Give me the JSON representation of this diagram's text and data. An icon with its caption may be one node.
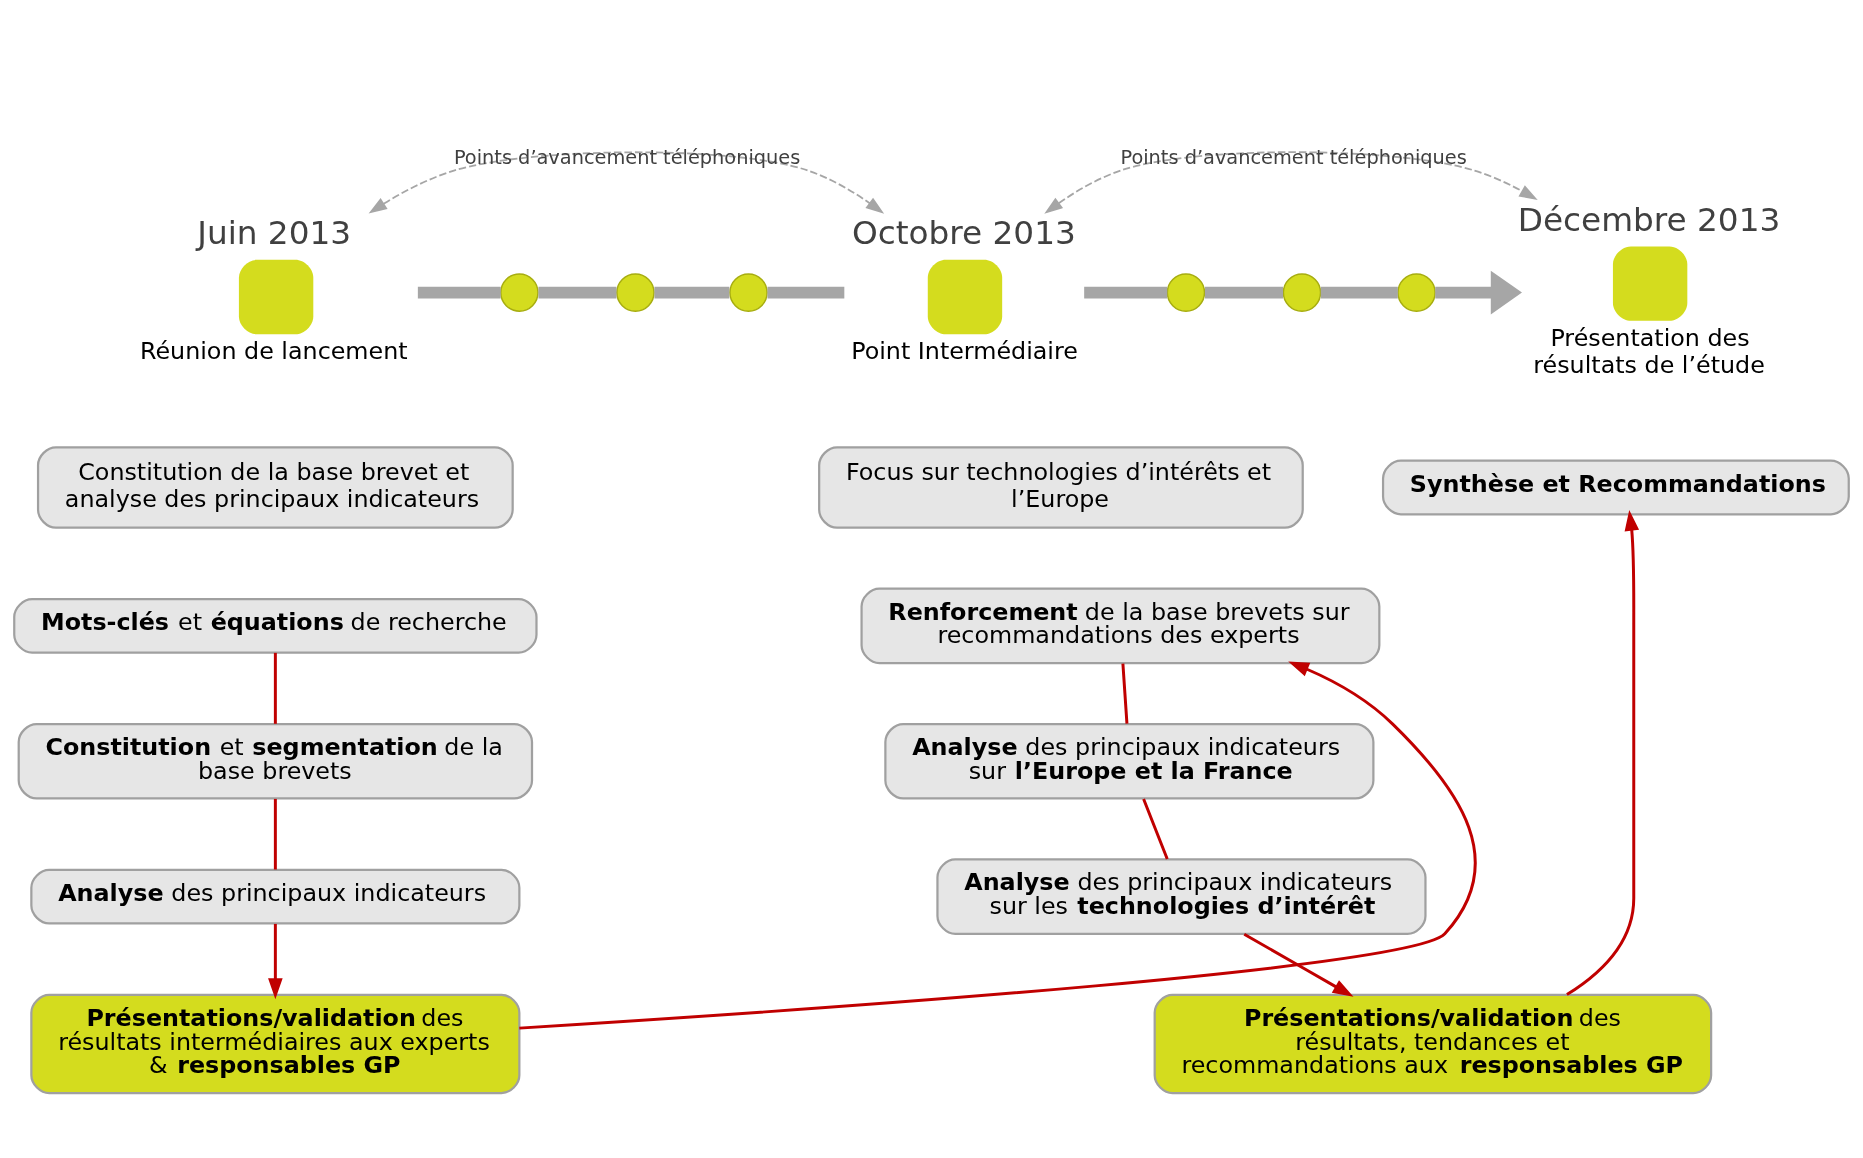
{
  "diagram": {
    "nodes": [
      {
        "text": [
          "Juin 2013"
        ],
        "beside": [
          "Réunion de lancement"
        ]
      },
      {
        "text": [],
        "shape": "circle"
      },
      {
        "text": [],
        "shape": "circle"
      },
      {
        "text": [],
        "shape": "circle"
      },
      {
        "text": [
          "Octobre 2013"
        ],
        "beside": [
          "Point Intermédiaire"
        ]
      },
      {
        "text": [],
        "shape": "circle"
      },
      {
        "text": [],
        "shape": "circle"
      },
      {
        "text": [],
        "shape": "circle"
      },
      {
        "text": [
          "Décembre 2013"
        ],
        "beside": [
          "Présentation des résultats de l’étude"
        ]
      },
      {
        "text": [
          "Constitution de la base brevet et analyse des principaux indicateurs"
        ]
      },
      {
        "text": [
          "Focus sur technologies d’intérêts et l’Europe"
        ]
      },
      {
        "text": [
          "Synthèse et Recommandations"
        ]
      },
      {
        "text": [
          "**Mots-clés** et **équations** de recherche"
        ]
      },
      {
        "text": [
          "**Constitution** et **segmentation** de la base brevets"
        ]
      },
      {
        "text": [
          "**Analyse** des principaux indicateurs"
        ]
      },
      {
        "text": [
          "**Présentations/validation** des résultats intermédiaires aux experts & **responsables GP**"
        ]
      },
      {
        "text": [
          "**Renforcement** de la base brevets sur recommandations des experts"
        ]
      },
      {
        "text": [
          "**Analyse** des principaux indicateurs sur **l’Europe et la France**"
        ]
      },
      {
        "text": [
          "**Analyse** des principaux indicateurs sur les **technologies d’intérêt**"
        ]
      },
      {
        "text": [
          "**Présentations/validation** des résultats, tendances et recommandations aux **responsables GP**"
        ]
      }
    ],
    "edges": [
      {
        "from": 0,
        "to": 4,
        "arrow": "both",
        "style": "dashed",
        "color": "#a6a6a6",
        "label": "Points d’avancement téléphoniques"
      },
      {
        "from": 4,
        "to": 8,
        "arrow": "both",
        "style": "dashed",
        "color": "#a6a6a6",
        "label": "Points d’avancement téléphoniques"
      },
      {
        "from": 0,
        "to": 1,
        "arrow": "none",
        "style": "thick",
        "color": "#a6a6a6"
      },
      {
        "from": 1,
        "to": 2,
        "arrow": "none",
        "style": "thick",
        "color": "#a6a6a6"
      },
      {
        "from": 2,
        "to": 3,
        "arrow": "none",
        "style": "thick",
        "color": "#a6a6a6"
      },
      {
        "from": 3,
        "to": 4,
        "arrow": "none",
        "style": "thick",
        "color": "#a6a6a6"
      },
      {
        "from": 4,
        "to": 5,
        "arrow": "none",
        "style": "thick",
        "color": "#a6a6a6"
      },
      {
        "from": 5,
        "to": 6,
        "arrow": "none",
        "style": "thick",
        "color": "#a6a6a6"
      },
      {
        "from": 6,
        "to": 7,
        "arrow": "none",
        "style": "thick",
        "color": "#a6a6a6"
      },
      {
        "from": 7,
        "to": 8,
        "arrow": "to",
        "style": "thick",
        "color": "#a6a6a6"
      },
      {
        "from": 12,
        "to": 13,
        "arrow": "none",
        "color": "#c00000"
      },
      {
        "from": 13,
        "to": 14,
        "arrow": "none",
        "color": "#c00000"
      },
      {
        "from": 14,
        "to": 15,
        "arrow": "to",
        "color": "#c00000"
      },
      {
        "from": 15,
        "to": 16,
        "arrow": "to",
        "color": "#c00000"
      },
      {
        "from": 16,
        "to": 17,
        "arrow": "none",
        "color": "#c00000"
      },
      {
        "from": 17,
        "to": 18,
        "arrow": "none",
        "color": "#c00000"
      },
      {
        "from": 18,
        "to": 19,
        "arrow": "to",
        "color": "#c00000"
      },
      {
        "from": 19,
        "to": 11,
        "arrow": "to",
        "color": "#c00000"
      }
    ]
  }
}
